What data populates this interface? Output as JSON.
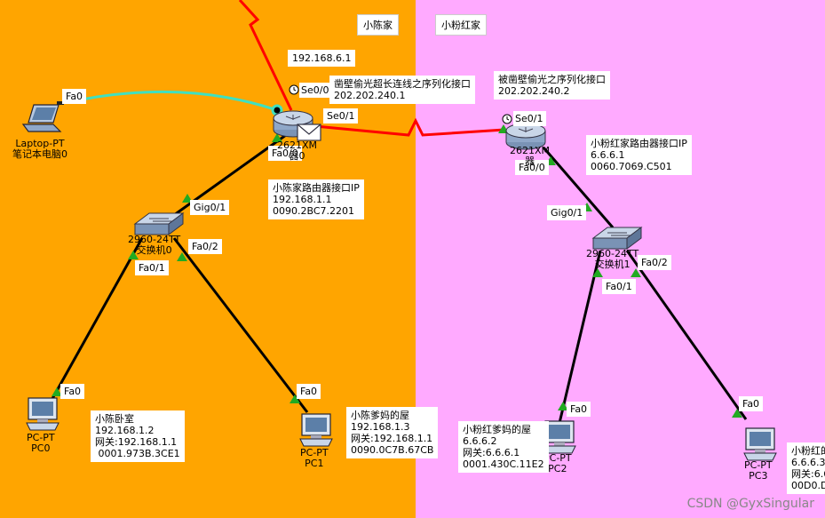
{
  "zones": {
    "left_title": "小陈家",
    "right_title": "小粉红家",
    "left_color": "#ffa500",
    "right_color": "#ffaaff"
  },
  "wan": {
    "left_ip": "192.168.6.1",
    "left_desc": "凿壁偷光超长连线之序列化接口",
    "left_serial_ip": "202.202.240.1",
    "right_desc": "被凿壁偷光之序列化接口",
    "right_serial_ip": "202.202.240.2"
  },
  "ports": {
    "laptop_fa0": "Fa0",
    "r0_se00": "Se0/0",
    "r0_se01": "Se0/1",
    "r0_fa00": "Fa0/0",
    "sw0_gig01": "Gig0/1",
    "sw0_fa02": "Fa0/2",
    "sw0_fa01": "Fa0/1",
    "pc0_fa0": "Fa0",
    "pc1_fa0": "Fa0",
    "r1_se01": "Se0/1",
    "r1_fa00": "Fa0/0",
    "sw1_gig01": "Gig0/1",
    "sw1_fa02": "Fa0/2",
    "sw1_fa01": "Fa0/1",
    "pc2_fa0": "Fa0",
    "pc3_fa0": "Fa0"
  },
  "devices": {
    "laptop_model": "Laptop-PT",
    "laptop_name": "笔记本电脑0",
    "router0_label": "2621XM\n器0",
    "switch0_label": "2960-24TT\n交换机0",
    "router1_label": "2621XM\n器",
    "switch1_label": "2960-24TT\n交换机1",
    "pc0_label": "PC-PT\nPC0",
    "pc1_label": "PC-PT\nPC1",
    "pc2_label": "PC-PT\nPC2",
    "pc3_label": "PC-PT\nPC3"
  },
  "notes": {
    "router0_info": "小陈家路由器接口IP\n192.168.1.1\n0090.2BC7.2201",
    "router1_info": "小粉红家路由器接口IP\n6.6.6.1\n0060.7069.C501",
    "pc0_info": "小陈卧室\n192.168.1.2\n网关:192.168.1.1\n 0001.973B.3CE1",
    "pc1_info": "小陈爹妈的屋\n192.168.1.3\n网关:192.168.1.1\n0090.0C7B.67CB",
    "pc2_info": "小粉红爹妈的屋\n6.6.6.2\n网关:6.6.6.1\n0001.430C.11E2",
    "pc3_info": "小粉红的\n6.6.6.3\n网关:6.6\n00D0.D"
  },
  "watermark": "CSDN @GyxSingular",
  "colors": {
    "serial_link": "#ff0000",
    "ethernet_link": "#000000",
    "wireless_link": "#40e0c0",
    "port_up": "#22aa22"
  }
}
